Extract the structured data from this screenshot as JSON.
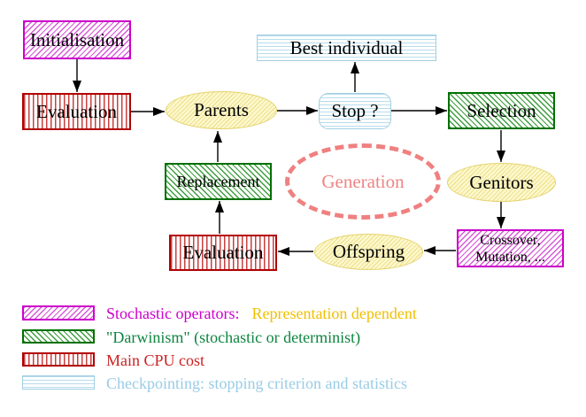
{
  "diagram": {
    "nodes": {
      "initialisation": {
        "label": "Initialisation"
      },
      "evaluation_top": {
        "label": "Evaluation"
      },
      "parents": {
        "label": "Parents"
      },
      "best_individual": {
        "label": "Best individual"
      },
      "stop": {
        "label": "Stop ?"
      },
      "selection": {
        "label": "Selection"
      },
      "genitors": {
        "label": "Genitors"
      },
      "crossover_mutation": {
        "line1": "Crossover,",
        "line2": "Mutation, ..."
      },
      "offspring": {
        "label": "Offspring"
      },
      "evaluation_bottom": {
        "label": "Evaluation"
      },
      "replacement": {
        "label": "Replacement"
      },
      "generation": {
        "label": "Generation"
      }
    }
  },
  "legend": {
    "stochastic": {
      "label": "Stochastic operators:",
      "label2": "Representation dependent"
    },
    "darwinism": {
      "label": "\"Darwinism\" (stochastic or determinist)"
    },
    "cpu": {
      "label": "Main CPU cost"
    },
    "checkpointing": {
      "label": "Checkpointing: stopping criterion and statistics"
    }
  },
  "colors": {
    "magenta": "#cc00cc",
    "gold": "#f0c000",
    "green": "#0e8540",
    "red": "#cc2222",
    "light_blue": "#99cce6",
    "coral": "#f08080",
    "yellow_fill": "#fdf9cf",
    "green_border": "#007000",
    "red_border": "#b20000",
    "cyan_border": "#a0cfe0"
  }
}
